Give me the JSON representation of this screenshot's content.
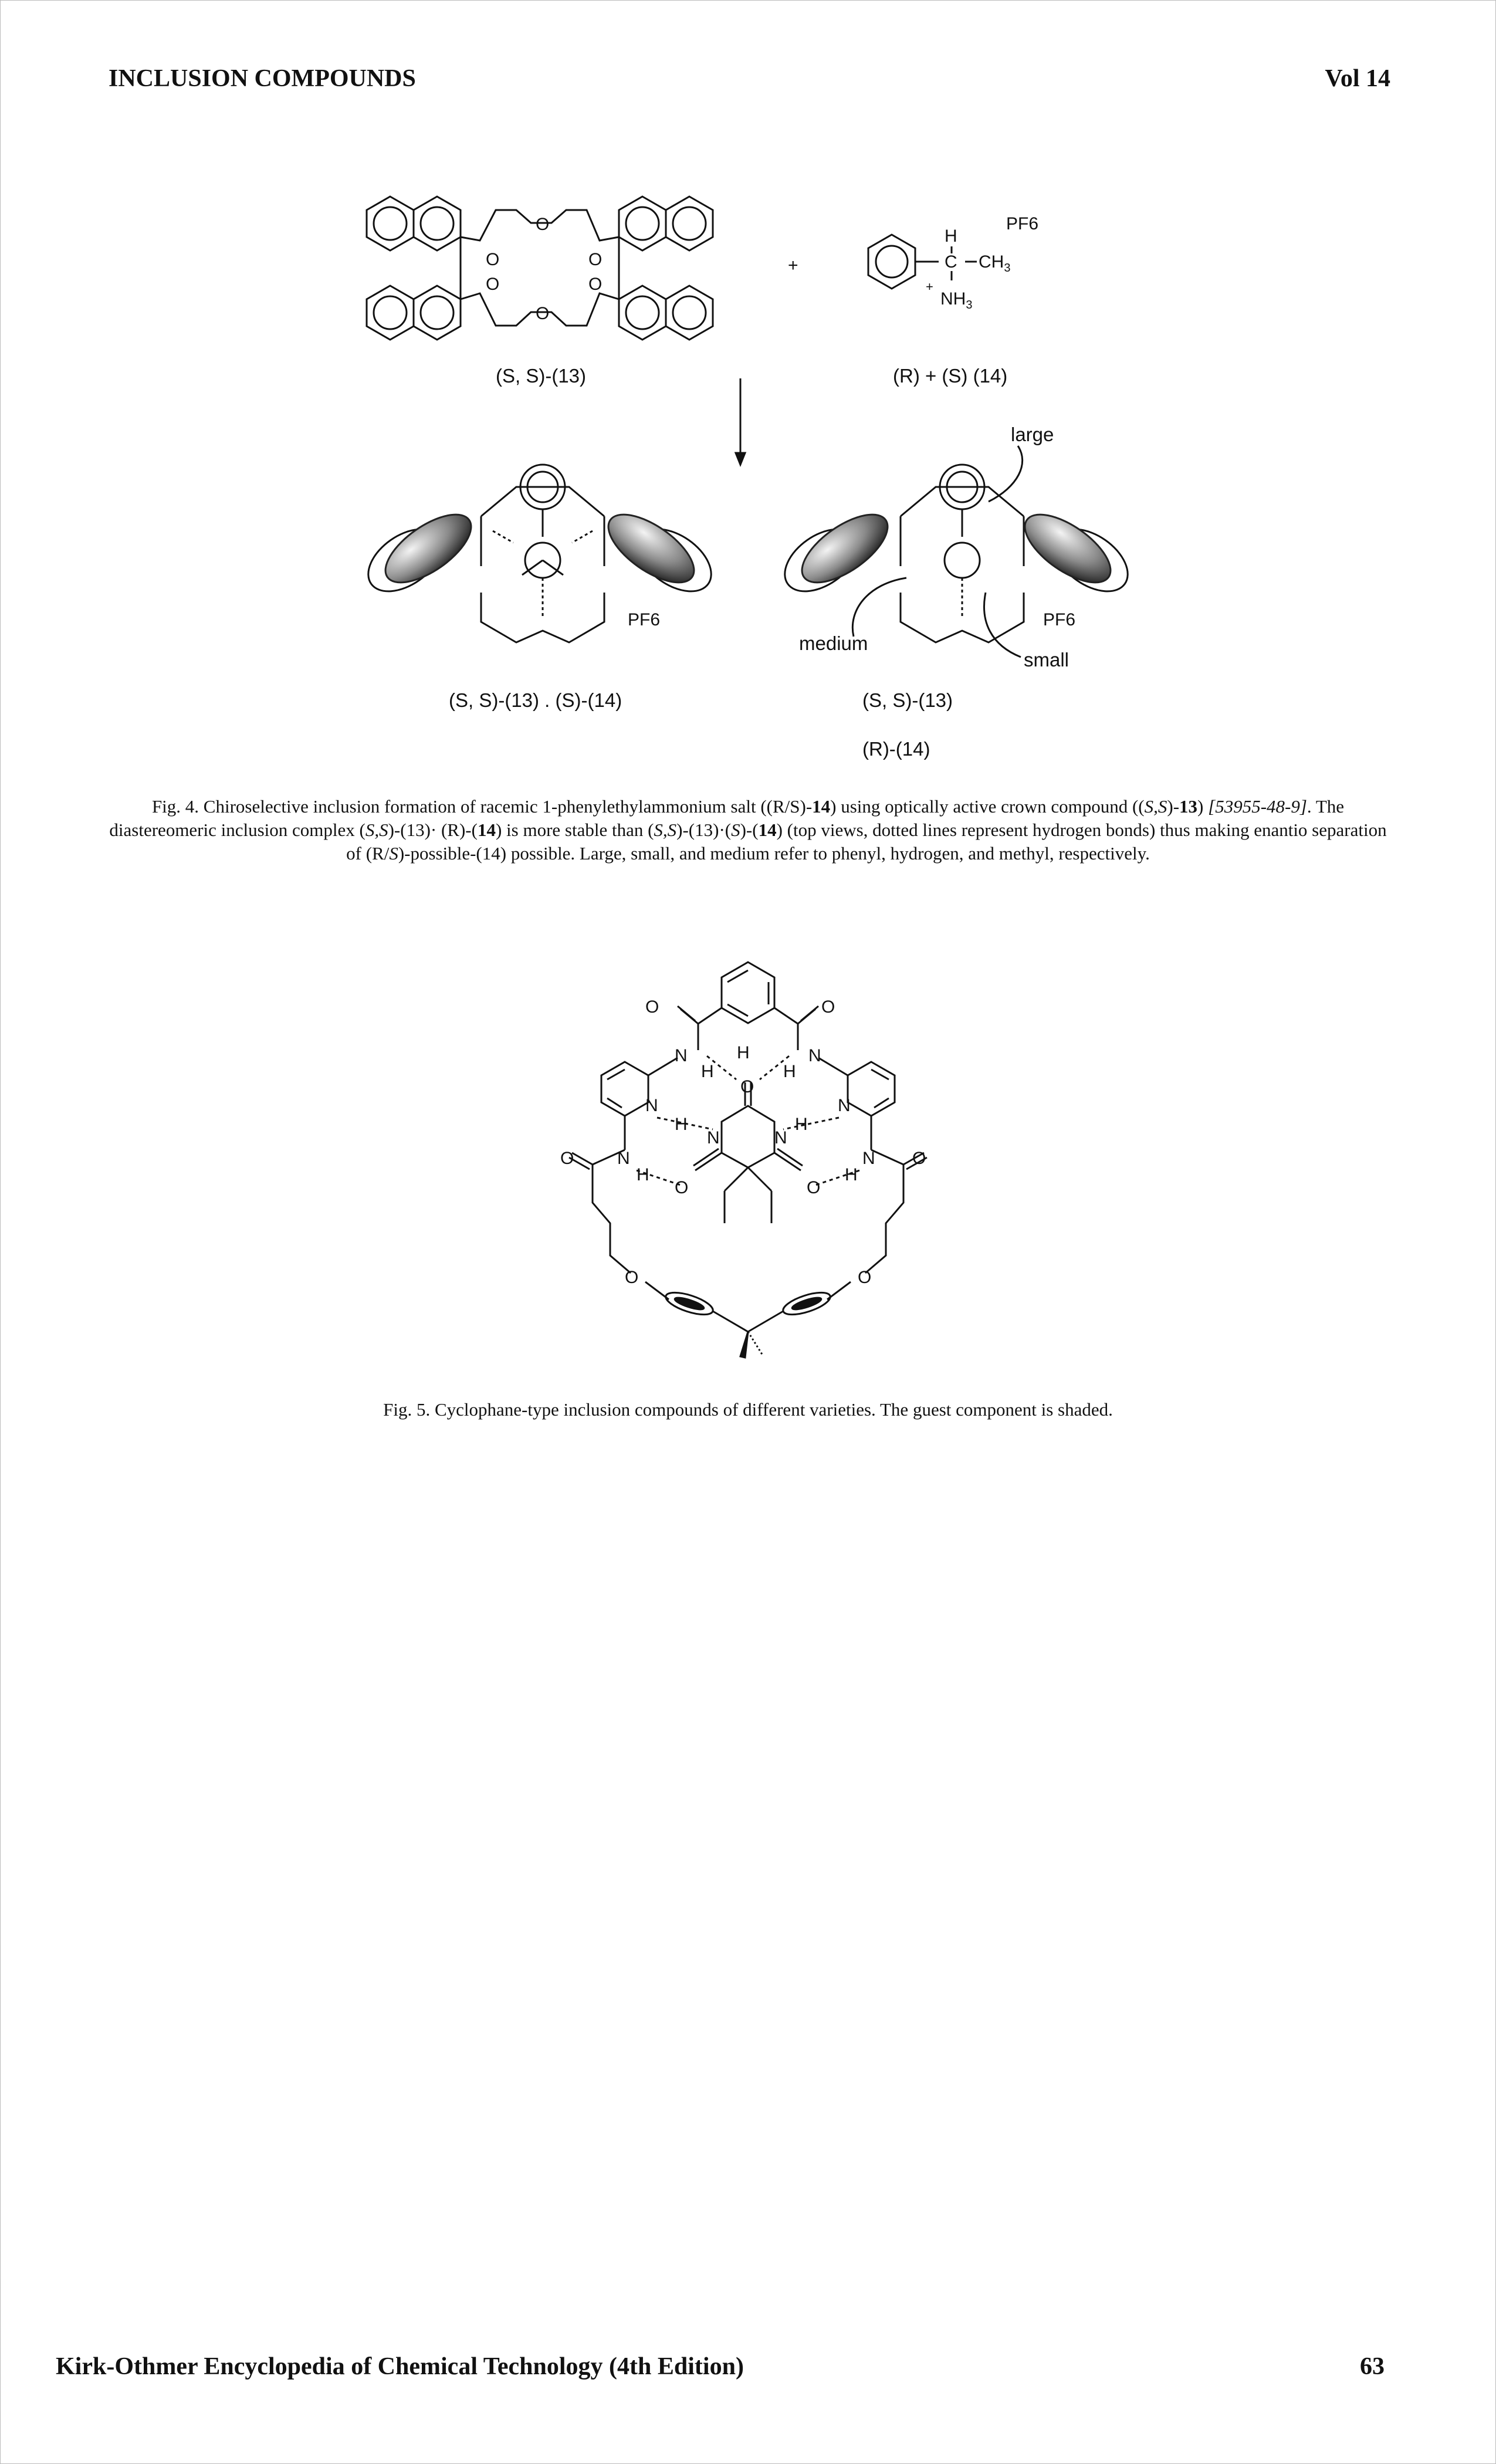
{
  "header": {
    "section_title": "INCLUSION COMPOUNDS",
    "volume": "Vol 14"
  },
  "figure4": {
    "compound13_label": "(S, S)-(13)",
    "compound14_label": "(R) + (S)  (14)",
    "plus": "+",
    "pf6": "PF6",
    "complex_left_label": "(S, S)-(13)  .  (S)-(14)",
    "complex_right_label_1": "(S, S)-(13)",
    "complex_right_label_2": "(R)-(14)",
    "large": "large",
    "medium": "medium",
    "small": "small",
    "caption": {
      "p1": "Fig. 4. Chiroselective inclusion formation of racemic 1-phenylethylammonium salt ((R/S)-",
      "p2": "14",
      "p3": ") using optically active crown compound ((",
      "p4": "S,S",
      "p5": ")-",
      "p6": "13",
      "p7": ")",
      "p8": "[53955-48-9]",
      "p9": ". The diastereomeric inclusion complex (",
      "p10": "S,S",
      "p11": ")-(13)· (R)-(",
      "p12": "14",
      "p13": ") is more stable than (",
      "p14": "S,S",
      "p15": ")-(13)·(",
      "p16": "S",
      "p17": ")-(",
      "p18": "14",
      "p19": ") (top views, dotted lines represent hydrogen bonds) thus making enantio separation of (R/",
      "p20": "S",
      "p21": ")-possible-(14) possible. Large, small, and medium refer to phenyl, hydrogen, and methyl, respectively."
    }
  },
  "figure5": {
    "caption": "Fig. 5. Cyclophane-type inclusion compounds of different varieties. The guest component is shaded."
  },
  "footer": {
    "source": "Kirk-Othmer Encyclopedia of Chemical Technology (4th Edition)",
    "page_number": "63"
  }
}
